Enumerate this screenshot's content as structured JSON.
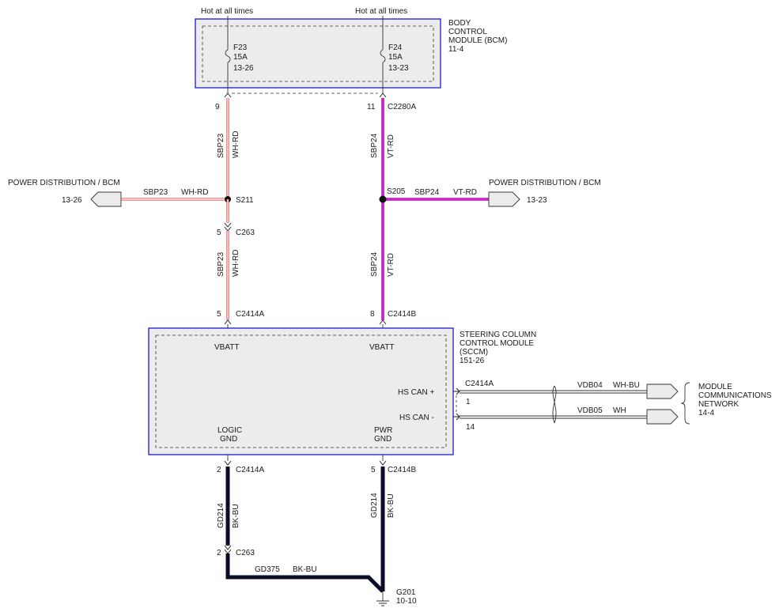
{
  "top_labels": {
    "hot_left": "Hot at all times",
    "hot_right": "Hot at all times"
  },
  "bcm": {
    "name_line1": "BODY",
    "name_line2": "CONTROL",
    "name_line3": "MODULE (BCM)",
    "page_ref": "11-4",
    "fuse_left": {
      "id": "F23",
      "rating": "15A",
      "ref": "13-26"
    },
    "fuse_right": {
      "id": "F24",
      "rating": "15A",
      "ref": "13-23"
    }
  },
  "pins_top": {
    "left_pin": "9",
    "right_pin": "11",
    "right_connector": "C2280A"
  },
  "wires": {
    "sbp23_upper": {
      "circuit": "SBP23",
      "color": "WH-RD"
    },
    "sbp24_upper": {
      "circuit": "SBP24",
      "color": "VT-RD"
    },
    "sbp23_lower": {
      "circuit": "SBP23",
      "color": "WH-RD"
    },
    "sbp24_lower": {
      "circuit": "SBP24",
      "color": "VT-RD"
    },
    "sbp23_branch": {
      "circuit": "SBP23",
      "color": "WH-RD"
    },
    "sbp24_branch": {
      "circuit": "SBP24",
      "color": "VT-RD"
    },
    "gd214_left": {
      "circuit": "GD214",
      "color": "BK-BU"
    },
    "gd214_right": {
      "circuit": "GD214",
      "color": "BK-BU"
    },
    "gd375": {
      "circuit": "GD375",
      "color": "BK-BU"
    },
    "vdb04": {
      "circuit": "VDB04",
      "color": "WH-BU"
    },
    "vdb05": {
      "circuit": "VDB05",
      "color": "WH"
    }
  },
  "splices": {
    "left": "S211",
    "right": "S205"
  },
  "power_dist_left": {
    "title": "POWER DISTRIBUTION / BCM",
    "ref": "13-26"
  },
  "power_dist_right": {
    "title": "POWER DISTRIBUTION / BCM",
    "ref": "13-23"
  },
  "connectors": {
    "c263_upper": {
      "pin": "5",
      "name": "C263"
    },
    "c2414a_top": {
      "pin": "5",
      "name": "C2414A"
    },
    "c2414b_top": {
      "pin": "8",
      "name": "C2414B"
    },
    "c2414a_bottom": {
      "pin": "2",
      "name": "C2414A"
    },
    "c2414b_bottom": {
      "pin": "5",
      "name": "C2414B"
    },
    "c263_lower": {
      "pin": "2",
      "name": "C263"
    },
    "can_connector": "C2414A",
    "can_pin_plus": "1",
    "can_pin_minus": "14"
  },
  "sccm": {
    "name_line1": "STEERING COLUMN",
    "name_line2": "CONTROL MODULE",
    "name_line3": "(SCCM)",
    "page_ref": "151-26",
    "vbatt_left": "VBATT",
    "vbatt_right": "VBATT",
    "hs_can_plus": "HS CAN +",
    "hs_can_minus": "HS CAN -",
    "logic_gnd_1": "LOGIC",
    "logic_gnd_2": "GND",
    "pwr_gnd_1": "PWR",
    "pwr_gnd_2": "GND"
  },
  "network": {
    "line1": "MODULE",
    "line2": "COMMUNICATIONS",
    "line3": "NETWORK",
    "ref": "14-4"
  },
  "ground": {
    "name": "G201",
    "ref": "10-10"
  },
  "colors": {
    "wh_rd_stripe": "#cc2a2a",
    "vt_rd": "#d63ad6",
    "bk_bu": "#0b0b2a",
    "module_fill": "#ececec",
    "module_border": "#1b1bcc"
  }
}
